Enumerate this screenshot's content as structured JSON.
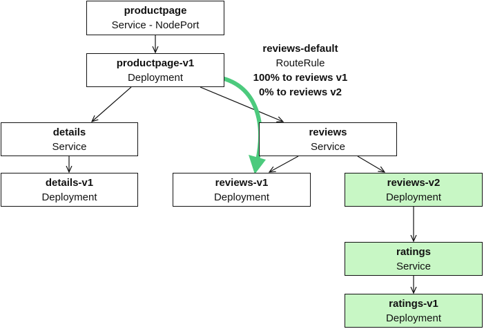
{
  "colors": {
    "highlight_fill": "#c8f7c5",
    "route_arrow": "#4cca7d",
    "border": "#111111"
  },
  "nodes": {
    "productpage": {
      "title": "productpage",
      "subtitle": "Service - NodePort"
    },
    "productpage_v1": {
      "title": "productpage-v1",
      "subtitle": "Deployment"
    },
    "details": {
      "title": "details",
      "subtitle": "Service"
    },
    "details_v1": {
      "title": "details-v1",
      "subtitle": "Deployment"
    },
    "reviews": {
      "title": "reviews",
      "subtitle": "Service"
    },
    "reviews_v1": {
      "title": "reviews-v1",
      "subtitle": "Deployment"
    },
    "reviews_v2": {
      "title": "reviews-v2",
      "subtitle": "Deployment",
      "highlighted": true
    },
    "ratings": {
      "title": "ratings",
      "subtitle": "Service",
      "highlighted": true
    },
    "ratings_v1": {
      "title": "ratings-v1",
      "subtitle": "Deployment",
      "highlighted": true
    }
  },
  "route_rule": {
    "title": "reviews-default",
    "kind": "RouteRule",
    "line1": "100% to reviews v1",
    "line2": "0% to reviews v2"
  },
  "edges": [
    {
      "from": "productpage",
      "to": "productpage-v1"
    },
    {
      "from": "productpage-v1",
      "to": "details"
    },
    {
      "from": "productpage-v1",
      "to": "reviews"
    },
    {
      "from": "details",
      "to": "details-v1"
    },
    {
      "from": "reviews",
      "to": "reviews-v1"
    },
    {
      "from": "reviews",
      "to": "reviews-v2"
    },
    {
      "from": "reviews-v2",
      "to": "ratings"
    },
    {
      "from": "ratings",
      "to": "ratings-v1"
    }
  ]
}
